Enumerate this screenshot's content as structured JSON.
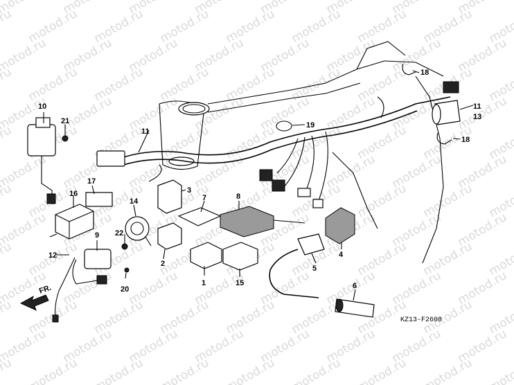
{
  "watermark": "motod.ru",
  "diagram_code": "KZ13-F2600",
  "direction_label": "FR.",
  "parts": [
    {
      "id": "p1",
      "label": "1"
    },
    {
      "id": "p2",
      "label": "2"
    },
    {
      "id": "p3",
      "label": "3"
    },
    {
      "id": "p4",
      "label": "4"
    },
    {
      "id": "p5",
      "label": "5"
    },
    {
      "id": "p6",
      "label": "6"
    },
    {
      "id": "p7",
      "label": "7"
    },
    {
      "id": "p8",
      "label": "8"
    },
    {
      "id": "p9",
      "label": "9"
    },
    {
      "id": "p10",
      "label": "10"
    },
    {
      "id": "p11a",
      "label": "11"
    },
    {
      "id": "p11b",
      "label": "11"
    },
    {
      "id": "p12",
      "label": "12"
    },
    {
      "id": "p13",
      "label": "13"
    },
    {
      "id": "p14",
      "label": "14"
    },
    {
      "id": "p15",
      "label": "15"
    },
    {
      "id": "p16",
      "label": "16"
    },
    {
      "id": "p17",
      "label": "17"
    },
    {
      "id": "p18a",
      "label": "18"
    },
    {
      "id": "p18b",
      "label": "18"
    },
    {
      "id": "p19",
      "label": "19"
    },
    {
      "id": "p20",
      "label": "20"
    },
    {
      "id": "p21",
      "label": "21"
    },
    {
      "id": "p22",
      "label": "22"
    }
  ]
}
